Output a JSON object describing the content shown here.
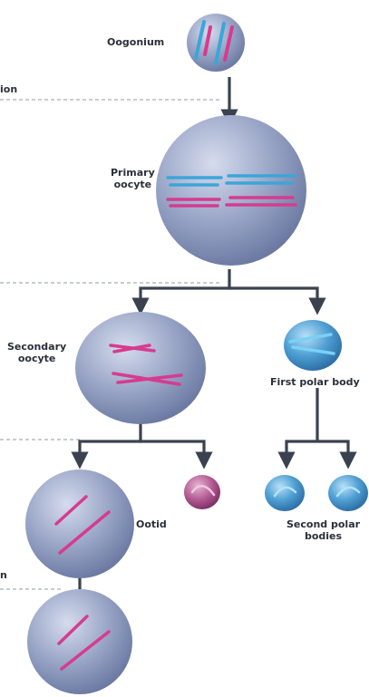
{
  "stage_labels": {
    "top": "ion",
    "bottom": "n"
  },
  "cells": {
    "oogonium": "Oogonium",
    "primary_oocyte": "Primary\noocyte",
    "secondary_oocyte": "Secondary\noocyte",
    "first_polar_body": "First polar body",
    "ootid": "Ootid",
    "second_polar_bodies": "Second polar\nbodies"
  },
  "colors": {
    "chromosome_blue": "#3aa6d9",
    "chromosome_magenta": "#d63b8f",
    "cell_gray": "#8e9bbd",
    "polar_blue": "#3f8fc7",
    "arrow": "#3a4250"
  }
}
